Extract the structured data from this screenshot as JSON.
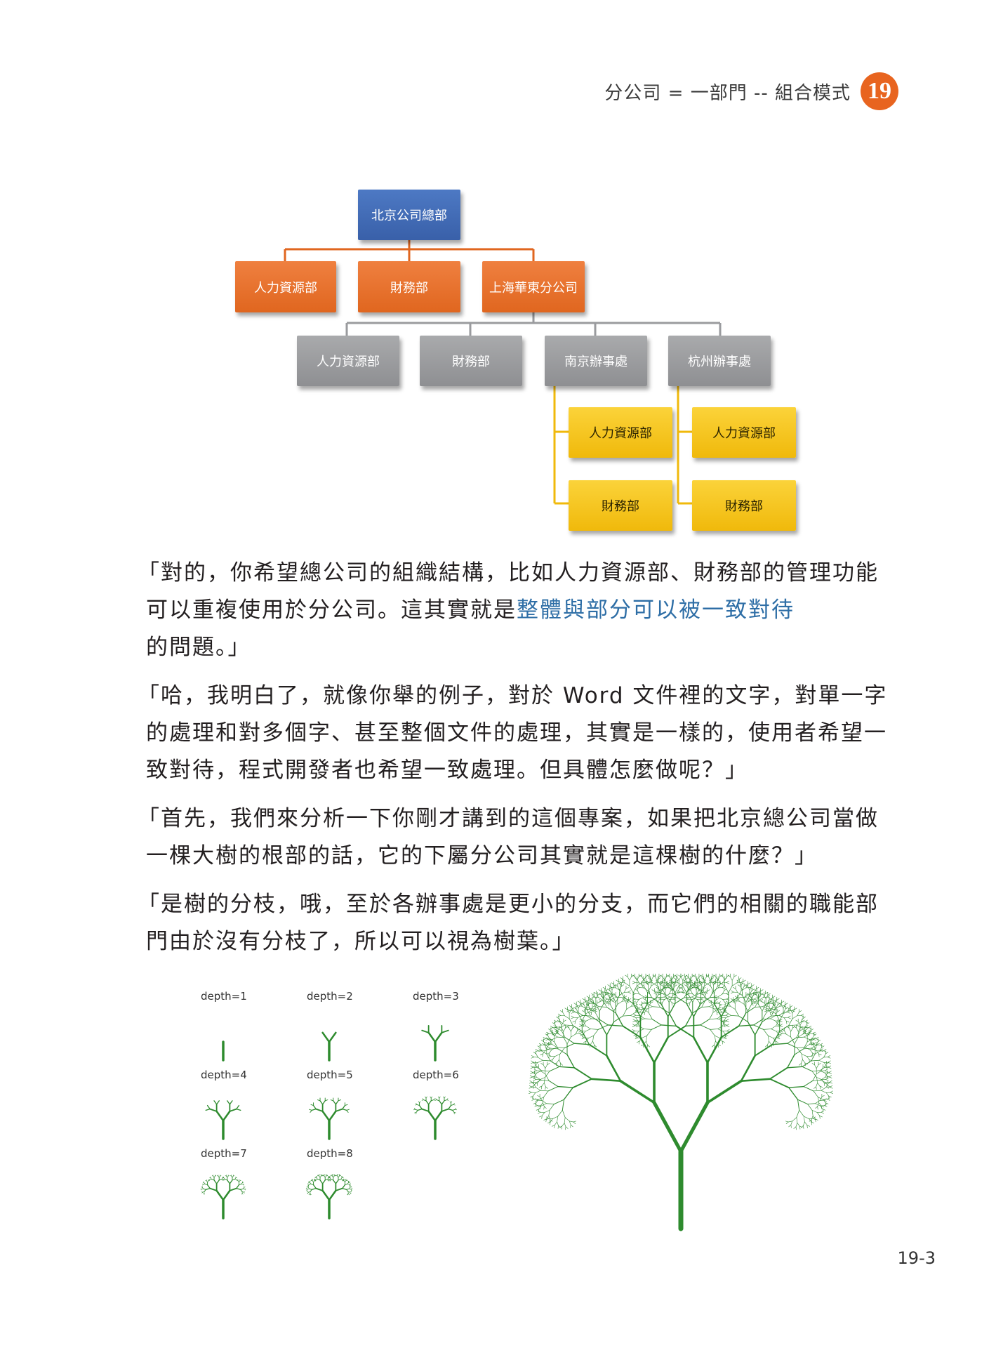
{
  "header": {
    "chapter_title": "分公司 = 一部門 -- 組合模式",
    "chapter_number": "19",
    "badge_color": "#e8641f"
  },
  "org_chart": {
    "root": "北京公司總部",
    "level1": [
      "人力資源部",
      "財務部",
      "上海華東分公司"
    ],
    "level2": [
      "人力資源部",
      "財務部",
      "南京辦事處",
      "杭州辦事處"
    ],
    "level3_nanjing": [
      "人力資源部",
      "財務部"
    ],
    "level3_hangzhou": [
      "人力資源部",
      "財務部"
    ],
    "colors": {
      "root": "#3f67b0",
      "level1": "#e66f2a",
      "level2": "#9a9b9e",
      "level3": "#f5c518",
      "line_orange": "#e0661f",
      "line_gray": "#9a9b9e",
      "line_yellow": "#f0b90b"
    }
  },
  "paragraphs": {
    "p1_before": "「對的，你希望總公司的組織結構，比如人力資源部、財務部的管理功能可以重複使用於分公司。這其實就是",
    "p1_highlight": "整體與部分可以被一致對待",
    "p1_after": "的問題。」",
    "p2": "「哈，我明白了，就像你舉的例子，對於 Word 文件裡的文字，對單一字的處理和對多個字、甚至整個文件的處理，其實是一樣的，使用者希望一致對待，程式開發者也希望一致處理。但具體怎麼做呢？」",
    "p3": "「首先，我們來分析一下你剛才講到的這個專案，如果把北京總公司當做一棵大樹的根部的話，它的下屬分公司其實就是這棵樹的什麼？」",
    "p4": "「是樹的分枝，哦，至於各辦事處是更小的分支，而它們的相關的職能部門由於沒有分枝了，所以可以視為樹葉。」",
    "highlight_color": "#2e6ea6"
  },
  "tree_figure": {
    "depth_labels": [
      "depth=1",
      "depth=2",
      "depth=3",
      "depth=4",
      "depth=5",
      "depth=6",
      "depth=7",
      "depth=8"
    ],
    "tree_color": "#2e8b2e"
  },
  "footer": {
    "page_number": "19-3"
  }
}
